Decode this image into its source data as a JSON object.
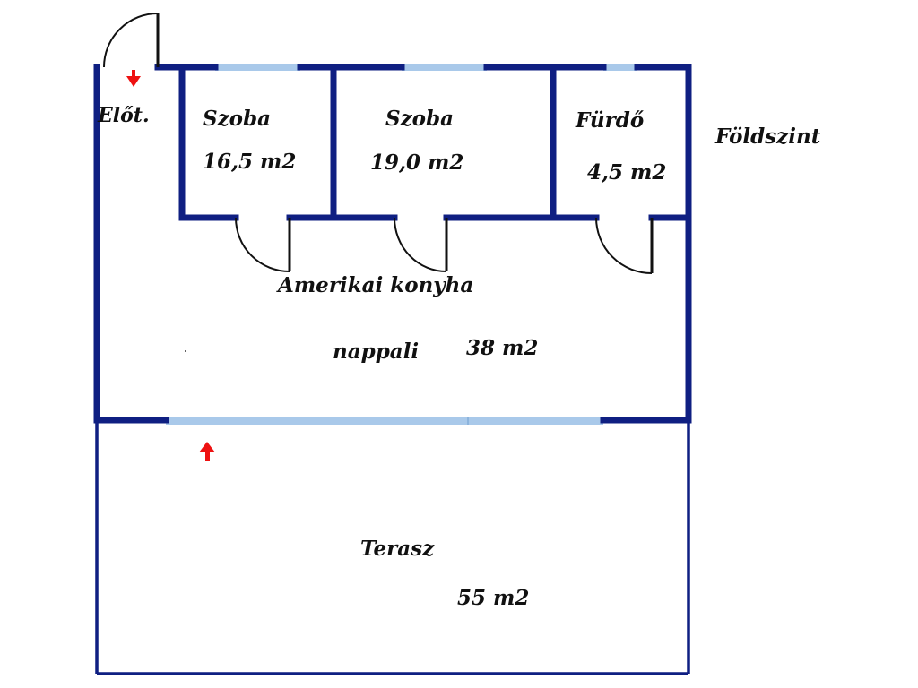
{
  "colors": {
    "wall": "#0f1f82",
    "window": "#a9c9ea",
    "door_arc": "#111111",
    "arrow": "#ee1111",
    "text": "#111111"
  },
  "plan": {
    "level_label": "Földszint",
    "rooms": {
      "eloter": {
        "name": "Előt."
      },
      "szoba1": {
        "name": "Szoba",
        "area": "16,5 m2"
      },
      "szoba2": {
        "name": "Szoba",
        "area": "19,0 m2"
      },
      "furdo": {
        "name": "Fürdő",
        "area": "4,5 m2"
      },
      "nappali": {
        "name_line1": "Amerikai konyha",
        "name_line2": "nappali",
        "area": "38 m2"
      },
      "terasz": {
        "name": "Terasz",
        "area": "55 m2"
      }
    }
  }
}
